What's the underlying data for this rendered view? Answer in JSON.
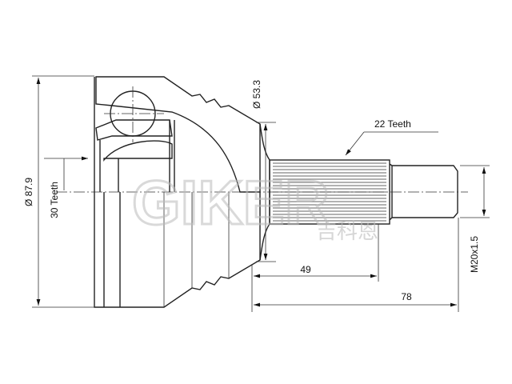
{
  "drawing": {
    "dimensions": {
      "outer_diameter": "Ø 87.9",
      "seal_diameter": "Ø 53.3",
      "inner_teeth": "30 Teeth",
      "outer_teeth": "22 Teeth",
      "spline_length": "49",
      "total_length": "78",
      "thread": "M20x1.5"
    },
    "watermark": "GIKER 吉科恩"
  }
}
